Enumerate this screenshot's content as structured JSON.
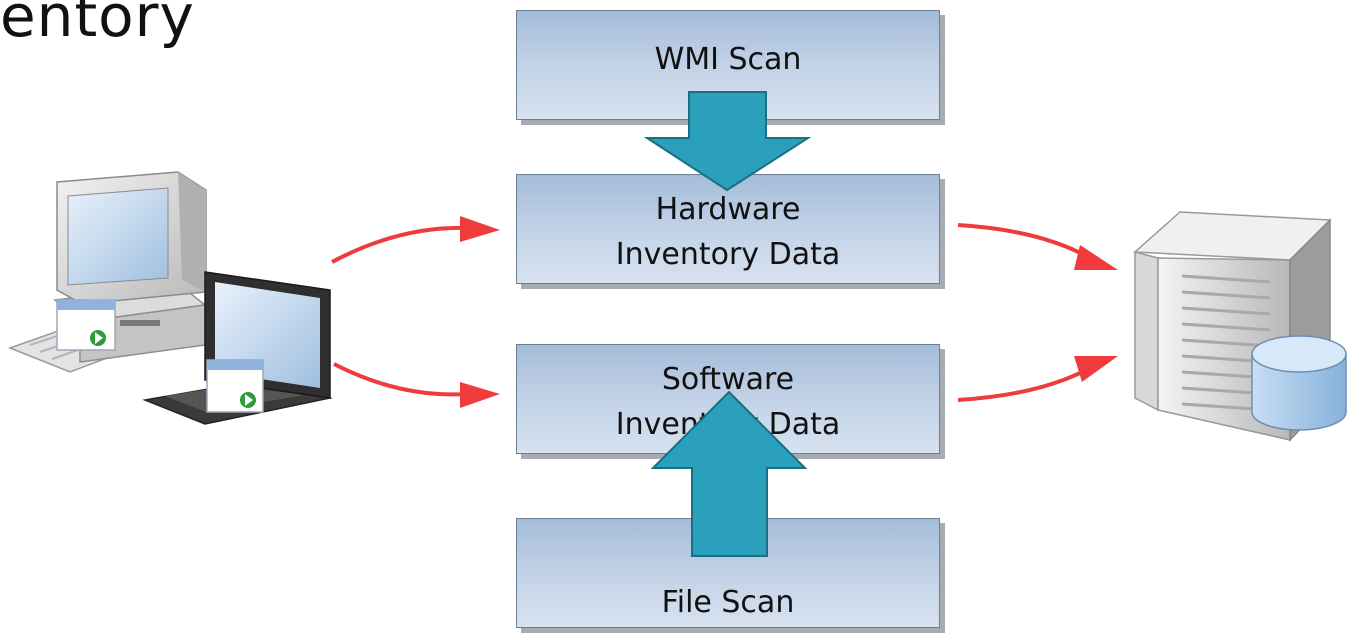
{
  "title": "entory",
  "boxes": {
    "wmi_scan": "WMI Scan",
    "hardware_line1": "Hardware",
    "hardware_line2": "Inventory Data",
    "software_line1": "Software",
    "software_line2": "Inventory Data",
    "file_scan": "File Scan"
  },
  "colors": {
    "box_fill_top": "#a4bcd9",
    "box_fill_bottom": "#d7e2f0",
    "block_arrow": "#2aa0bc",
    "connector_arrow": "#ef3b3b"
  },
  "icons": {
    "clients": "client-computers-icon",
    "server": "database-server-icon"
  }
}
